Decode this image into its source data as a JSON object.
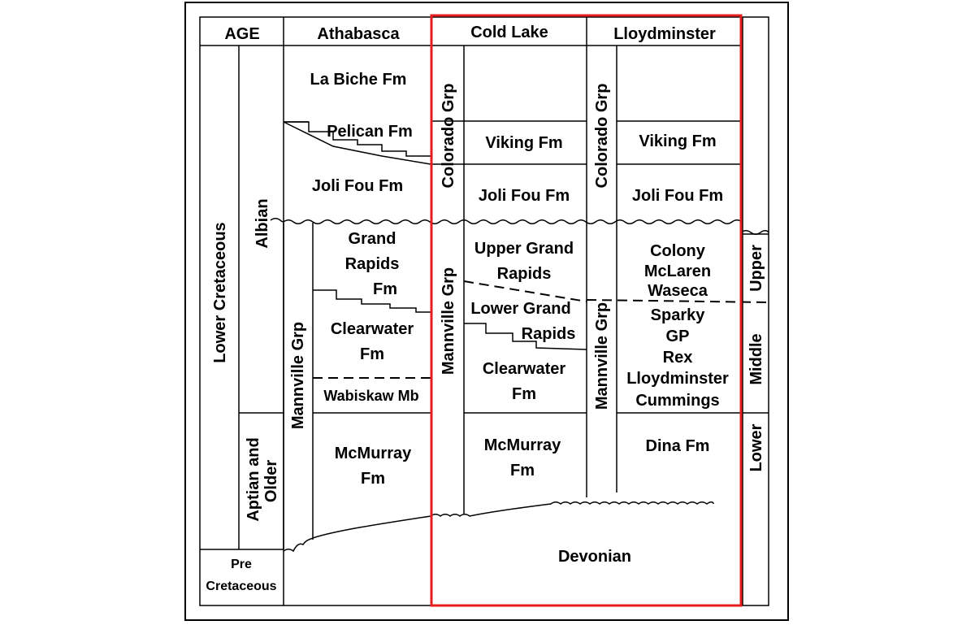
{
  "headers": {
    "age": "AGE",
    "athabasca": "Athabasca",
    "cold_lake": "Cold Lake",
    "lloydminster": "Lloydminster"
  },
  "age": {
    "lower_cretaceous": "Lower Cretaceous",
    "albian": "Albian",
    "aptian_line1": "Aptian and",
    "aptian_line2": "Older",
    "pre_line1": "Pre",
    "pre_line2": "Cretaceous"
  },
  "athabasca": {
    "mannville_grp": "Mannville Grp",
    "la_biche": "La Biche Fm",
    "pelican": "Pelican Fm",
    "joli_fou": "Joli Fou Fm",
    "grand_rapids_1": "Grand",
    "grand_rapids_2": "Rapids",
    "grand_rapids_3": "Fm",
    "clearwater_1": "Clearwater",
    "clearwater_2": "Fm",
    "wabiskaw": "Wabiskaw Mb",
    "mcmurray_1": "McMurray",
    "mcmurray_2": "Fm"
  },
  "cold_lake": {
    "colorado_grp": "Colorado Grp",
    "mannville_grp": "Mannville Grp",
    "viking": "Viking Fm",
    "joli_fou": "Joli Fou Fm",
    "upper_gr_1": "Upper Grand",
    "upper_gr_2": "Rapids",
    "lower_gr_1": "Lower Grand",
    "lower_gr_2": "Rapids",
    "clearwater_1": "Clearwater",
    "clearwater_2": "Fm",
    "mcmurray_1": "McMurray",
    "mcmurray_2": "Fm"
  },
  "lloydminster": {
    "colorado_grp": "Colorado Grp",
    "mannville_grp": "Mannville Grp",
    "viking": "Viking Fm",
    "joli_fou": "Joli Fou Fm",
    "colony": "Colony",
    "mclaren": "McLaren",
    "waseca": "Waseca",
    "sparky": "Sparky",
    "gp": "GP",
    "rex": "Rex",
    "lloydminster": "Lloydminster",
    "cummings": "Cummings",
    "dina": "Dina Fm",
    "upper": "Upper",
    "middle": "Middle",
    "lower": "Lower"
  },
  "devonian": "Devonian",
  "colors": {
    "highlight": "#e41e1e",
    "line": "#000000"
  }
}
